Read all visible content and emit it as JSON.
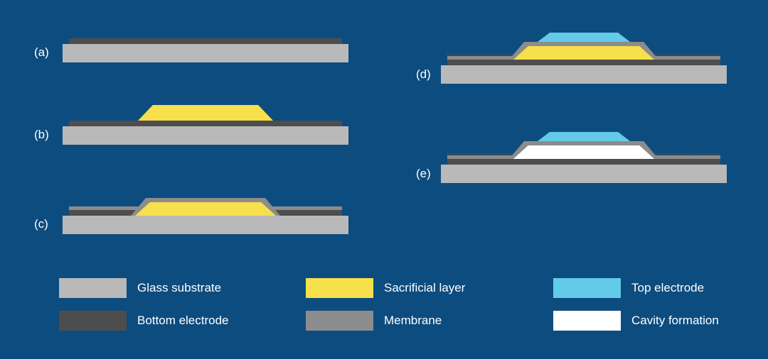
{
  "palette": {
    "background": "#0d4c7f",
    "glass_substrate": "#b9b9b9",
    "bottom_electrode": "#4d4d4d",
    "sacrificial_layer": "#f6e04b",
    "membrane": "#8c8c8c",
    "top_electrode": "#63cbe8",
    "cavity": "#ffffff",
    "text": "#ffffff"
  },
  "steps": [
    {
      "label": "(a)"
    },
    {
      "label": "(b)"
    },
    {
      "label": "(c)"
    },
    {
      "label": "(d)"
    },
    {
      "label": "(e)"
    }
  ],
  "legend": {
    "items": [
      {
        "label": "Glass substrate",
        "color": "#b9b9b9"
      },
      {
        "label": "Bottom electrode",
        "color": "#4d4d4d"
      },
      {
        "label": "Sacrificial layer",
        "color": "#f6e04b"
      },
      {
        "label": "Membrane",
        "color": "#8c8c8c"
      },
      {
        "label": "Top electrode",
        "color": "#63cbe8"
      },
      {
        "label": "Cavity formation",
        "color": "#ffffff"
      }
    ]
  }
}
